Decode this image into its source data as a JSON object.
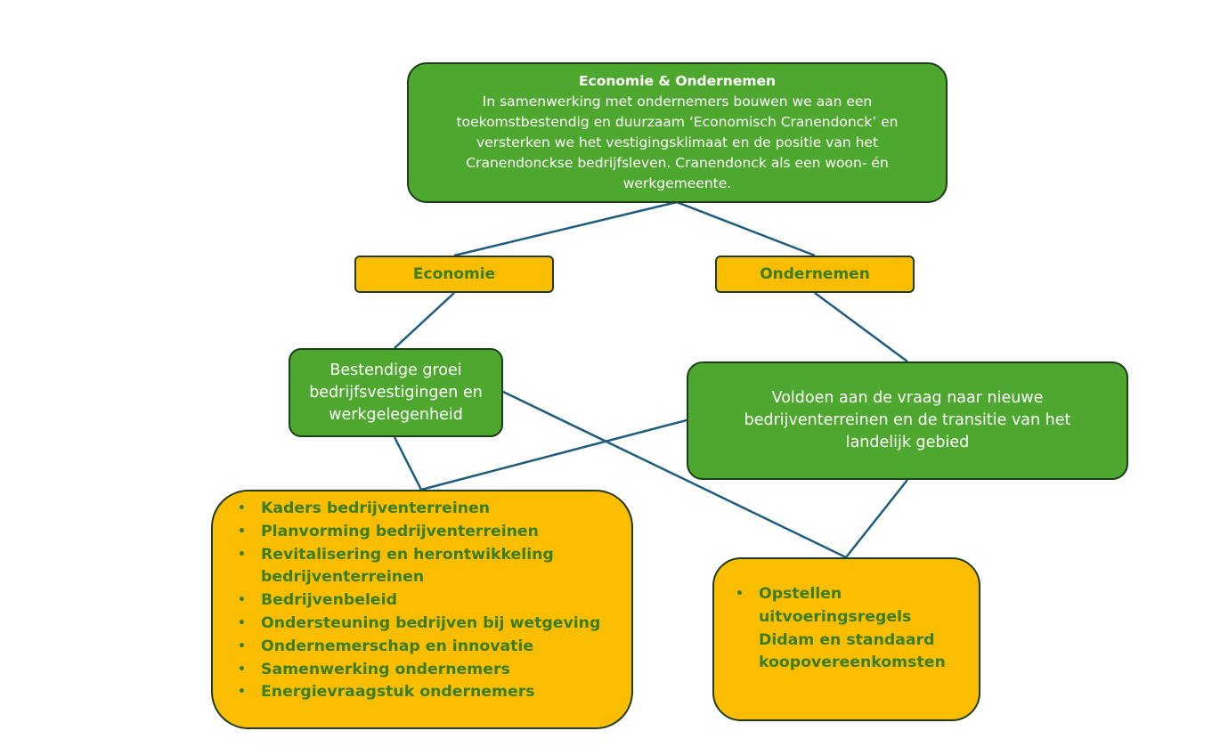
{
  "colors": {
    "green": "#4ea72e",
    "yellow": "#fbbd00",
    "text_green": "#3b7d23",
    "connector": "#1f5d80",
    "border": "#1f3d1a"
  },
  "top": {
    "heading": "Economie & Ondernemen",
    "lines": [
      "In samenwerking met ondernemers bouwen we aan een",
      "toekomstbestendig en duurzaam ‘Economisch Cranendonck’ en",
      "versterken we het vestigingsklimaat en de positie van het",
      "Cranendonckse bedrijfsleven.  Cranendonck als een woon- én",
      "werkgemeente."
    ]
  },
  "economie": {
    "label": "Economie"
  },
  "ondernemen": {
    "label": "Ondernemen"
  },
  "groei": {
    "lines": [
      "Bestendige groei",
      "bedrijfsvestigingen en",
      "werkgelegenheid"
    ]
  },
  "voldoen": {
    "lines": [
      "Voldoen aan de vraag naar nieuwe",
      "bedrijventerreinen en de transitie van het",
      "landelijk gebied"
    ]
  },
  "list_left": {
    "bullet": "•",
    "items": [
      "Kaders bedrijventerreinen",
      "Planvorming bedrijventerreinen",
      "Revitalisering en herontwikkeling",
      "bedrijventerreinen",
      "Bedrijvenbeleid",
      "Ondersteuning bedrijven bij wetgeving",
      "Ondernemerschap en innovatie",
      "Samenwerking ondernemers",
      "Energievraagstuk ondernemers"
    ]
  },
  "list_right": {
    "bullet": "•",
    "lines": [
      "Opstellen",
      "uitvoeringsregels",
      "Didam en standaard",
      "koopovereenkomsten"
    ]
  }
}
